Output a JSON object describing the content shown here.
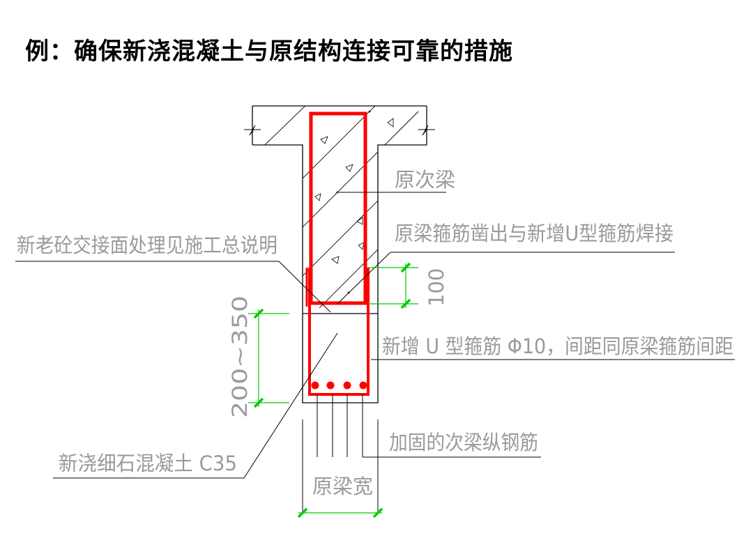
{
  "title": "例：确保新浇混凝土与原结构连接可靠的措施",
  "labels": {
    "original_secondary_beam": "原次梁",
    "stirrup_weld": "原梁箍筋凿出与新增U型箍筋焊接",
    "interface_treatment": "新老砼交接面处理见施工总说明",
    "dim_100": "100",
    "dim_200_350": "200~350",
    "new_u_stirrup": "新增 U 型箍筋 Φ10，间距同原梁箍筋间距",
    "new_concrete": "新浇细石混凝土 C35",
    "longitudinal_rebar": "加固的次梁纵钢筋",
    "original_beam_width": "原梁宽"
  },
  "colors": {
    "outline": "#000000",
    "rebar": "#ff0000",
    "dimension": "#00cc00",
    "label_text": "#9a9a9a"
  }
}
